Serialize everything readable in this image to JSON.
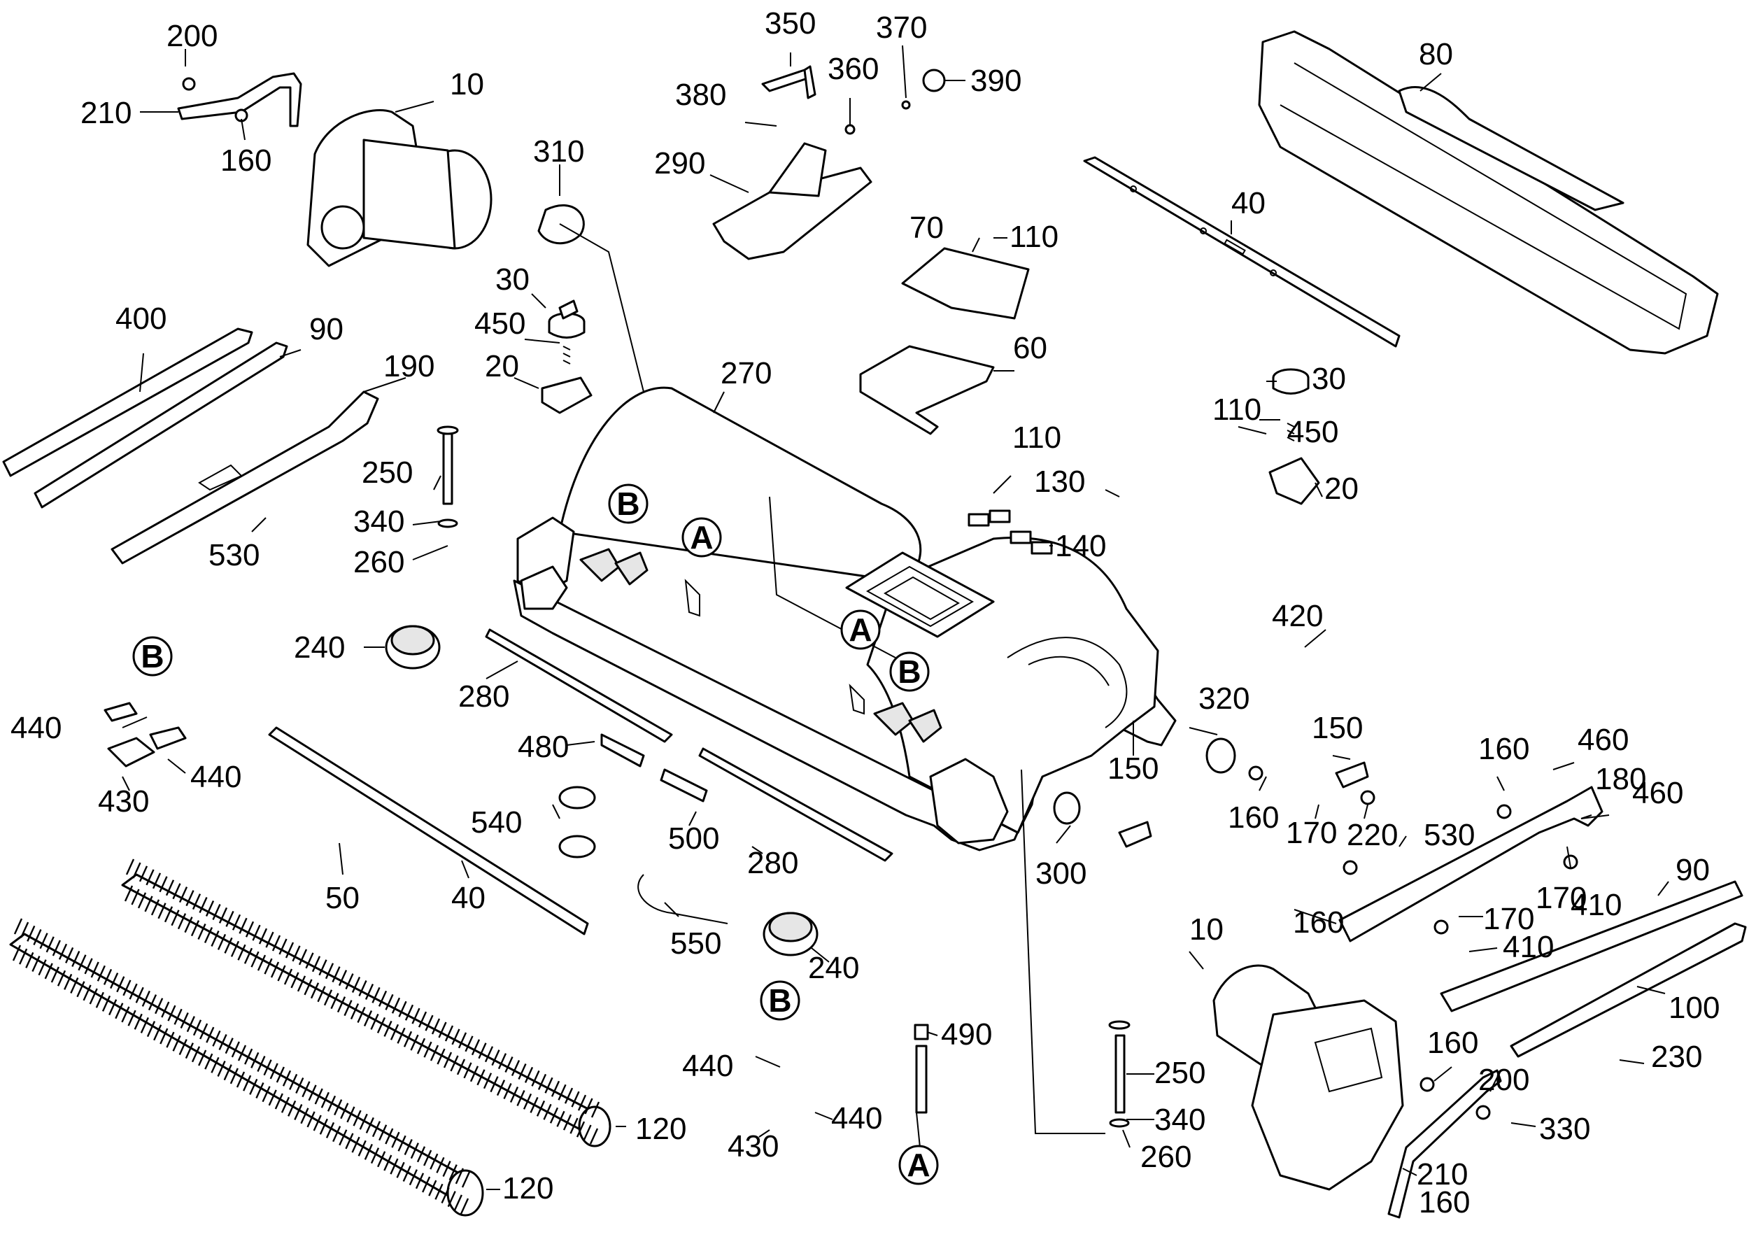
{
  "diagram": {
    "callouts": [
      {
        "id": "c200a",
        "text": "200"
      },
      {
        "id": "c210a",
        "text": "210"
      },
      {
        "id": "c160a",
        "text": "160"
      },
      {
        "id": "c10a",
        "text": "10"
      },
      {
        "id": "c350",
        "text": "350"
      },
      {
        "id": "c370",
        "text": "370"
      },
      {
        "id": "c380",
        "text": "380"
      },
      {
        "id": "c360",
        "text": "360"
      },
      {
        "id": "c390",
        "text": "390"
      },
      {
        "id": "c290",
        "text": "290"
      },
      {
        "id": "c80",
        "text": "80"
      },
      {
        "id": "c310",
        "text": "310"
      },
      {
        "id": "c40a",
        "text": "40"
      },
      {
        "id": "c70",
        "text": "70"
      },
      {
        "id": "c110a",
        "text": "110"
      },
      {
        "id": "c30a",
        "text": "30"
      },
      {
        "id": "c450a",
        "text": "450"
      },
      {
        "id": "c400",
        "text": "400"
      },
      {
        "id": "c90a",
        "text": "90"
      },
      {
        "id": "c190",
        "text": "190"
      },
      {
        "id": "c20a",
        "text": "20"
      },
      {
        "id": "c270",
        "text": "270"
      },
      {
        "id": "c60",
        "text": "60"
      },
      {
        "id": "c30b",
        "text": "30"
      },
      {
        "id": "c110b",
        "text": "110"
      },
      {
        "id": "c450b",
        "text": "450"
      },
      {
        "id": "c250a",
        "text": "250"
      },
      {
        "id": "c110c",
        "text": "110"
      },
      {
        "id": "c20b",
        "text": "20"
      },
      {
        "id": "c130",
        "text": "130"
      },
      {
        "id": "c340a",
        "text": "340"
      },
      {
        "id": "c530a",
        "text": "530"
      },
      {
        "id": "c260a",
        "text": "260"
      },
      {
        "id": "c140",
        "text": "140"
      },
      {
        "id": "c420",
        "text": "420"
      },
      {
        "id": "c240a",
        "text": "240"
      },
      {
        "id": "c280a",
        "text": "280"
      },
      {
        "id": "c320",
        "text": "320"
      },
      {
        "id": "c150a",
        "text": "150"
      },
      {
        "id": "c160b",
        "text": "160"
      },
      {
        "id": "c460a",
        "text": "460"
      },
      {
        "id": "c440a",
        "text": "440"
      },
      {
        "id": "c480",
        "text": "480"
      },
      {
        "id": "c180",
        "text": "180"
      },
      {
        "id": "c460b",
        "text": "460"
      },
      {
        "id": "c440b",
        "text": "440"
      },
      {
        "id": "c160c",
        "text": "160"
      },
      {
        "id": "c430a",
        "text": "430"
      },
      {
        "id": "c170a",
        "text": "170"
      },
      {
        "id": "c220",
        "text": "220"
      },
      {
        "id": "c540",
        "text": "540"
      },
      {
        "id": "c150b",
        "text": "150"
      },
      {
        "id": "c530b",
        "text": "530"
      },
      {
        "id": "c500",
        "text": "500"
      },
      {
        "id": "c300",
        "text": "300"
      },
      {
        "id": "c170b",
        "text": "170"
      },
      {
        "id": "c410a",
        "text": "410"
      },
      {
        "id": "c90b",
        "text": "90"
      },
      {
        "id": "c280b",
        "text": "280"
      },
      {
        "id": "c50",
        "text": "50"
      },
      {
        "id": "c40b",
        "text": "40"
      },
      {
        "id": "c160d",
        "text": "160"
      },
      {
        "id": "c170c",
        "text": "170"
      },
      {
        "id": "c410b",
        "text": "410"
      },
      {
        "id": "c550",
        "text": "550"
      },
      {
        "id": "c10b",
        "text": "10"
      },
      {
        "id": "c240b",
        "text": "240"
      },
      {
        "id": "c100",
        "text": "100"
      },
      {
        "id": "c160e",
        "text": "160"
      },
      {
        "id": "c230",
        "text": "230"
      },
      {
        "id": "c490",
        "text": "490"
      },
      {
        "id": "c440c",
        "text": "440"
      },
      {
        "id": "c250b",
        "text": "250"
      },
      {
        "id": "c200b",
        "text": "200"
      },
      {
        "id": "c330",
        "text": "330"
      },
      {
        "id": "c120a",
        "text": "120"
      },
      {
        "id": "c440d",
        "text": "440"
      },
      {
        "id": "c340b",
        "text": "340"
      },
      {
        "id": "c430b",
        "text": "430"
      },
      {
        "id": "c260b",
        "text": "260"
      },
      {
        "id": "c210b",
        "text": "210"
      },
      {
        "id": "c120b",
        "text": "120"
      },
      {
        "id": "c160f",
        "text": "160"
      }
    ],
    "markers": [
      {
        "id": "mB1",
        "text": "B"
      },
      {
        "id": "mA1",
        "text": "A"
      },
      {
        "id": "mA2",
        "text": "A"
      },
      {
        "id": "mB2",
        "text": "B"
      },
      {
        "id": "mB3",
        "text": "B"
      },
      {
        "id": "mB4",
        "text": "B"
      },
      {
        "id": "mA3",
        "text": "A"
      }
    ]
  }
}
